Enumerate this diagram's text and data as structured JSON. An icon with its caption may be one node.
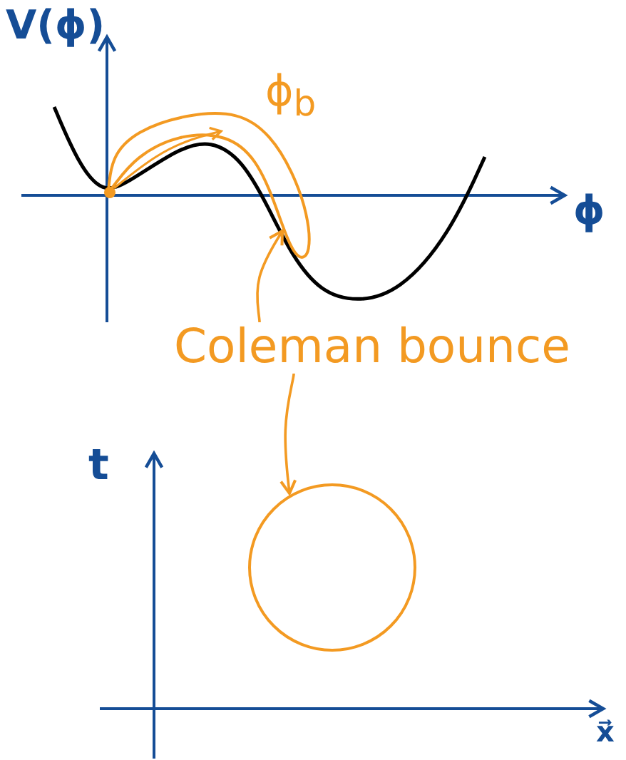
{
  "diagram": {
    "nodes": [
      {
        "text": [
          "Coleman bounce"
        ]
      },
      {
        "text": [],
        "shape": "band"
      },
      {
        "text": [],
        "shape": "circle"
      }
    ],
    "edges": [
      {
        "from": 0,
        "to": 1,
        "arrow": "to"
      },
      {
        "from": 0,
        "to": 2,
        "arrow": "to"
      }
    ],
    "labels": [
      "V(ϕ)",
      "ϕ$_{b}$",
      "ϕ",
      "t",
      "x⃗"
    ]
  }
}
